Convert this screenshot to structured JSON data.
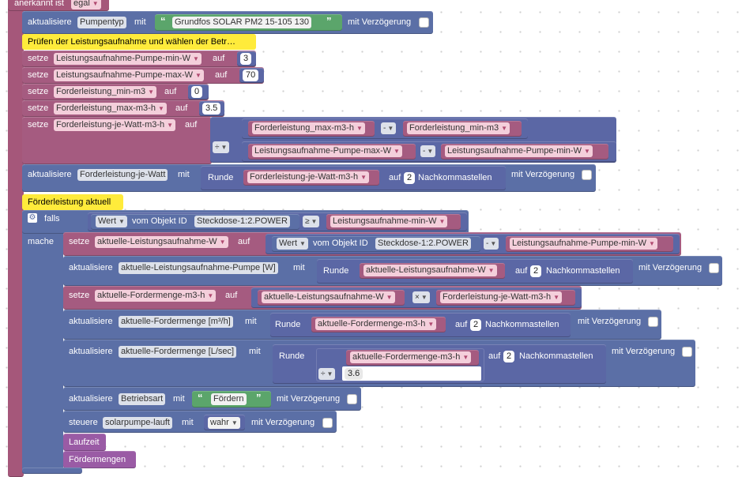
{
  "header": {
    "text": "anerkannt ist",
    "value": "egal"
  },
  "row1": {
    "verb": "aktualisiere",
    "target": "Pumpentyp",
    "mit": "mit",
    "string": "Grundfos SOLAR PM2 15-105 130",
    "delay": "mit Verzögerung"
  },
  "comment1": "Prüfen der Leistungsaufnahme und wählen der Betr…",
  "sets": [
    {
      "verb": "setze",
      "var": "Leistungsaufnahme-Pumpe-min-W",
      "auf": "auf",
      "value": "3"
    },
    {
      "verb": "setze",
      "var": "Leistungsaufnahme-Pumpe-max-W",
      "auf": "auf",
      "value": "70"
    },
    {
      "verb": "setze",
      "var": "Forderleistung_min-m3",
      "auf": "auf",
      "value": "0"
    },
    {
      "verb": "setze",
      "var": "Forderleistung_max-m3-h",
      "auf": "auf",
      "value": "3.5"
    }
  ],
  "calc": {
    "verb": "setze",
    "var": "Forderleistung-je-Watt-m3-h",
    "auf": "auf",
    "top_a": "Forderleistung_max-m3-h",
    "minus": "-",
    "top_b": "Forderleistung_min-m3",
    "div": "÷",
    "bot_a": "Leistungsaufnahme-Pumpe-max-W",
    "bot_b": "Leistungsaufnahme-Pumpe-min-W"
  },
  "upd1": {
    "verb": "aktualisiere",
    "target": "Forderleistung-je-Watt",
    "mit": "mit",
    "round": "Runde",
    "var": "Forderleistung-je-Watt-m3-h",
    "auf": "auf",
    "digits": "2",
    "nach": "Nachkommastellen",
    "delay": "mit Verzögerung"
  },
  "comment2": "Förderleistung aktuell",
  "if": {
    "falls": "falls",
    "wert": "Wert",
    "vom": "vom Objekt ID",
    "id": "Steckdose-1:2.POWER",
    "cmp": "≥",
    "var": "Leistungsaufnahme-min-W",
    "mache": "mache"
  },
  "s1": {
    "verb": "setze",
    "var": "aktuelle-Leistungsaufnahme-W",
    "auf": "auf",
    "wert": "Wert",
    "vom": "vom Objekt ID",
    "id": "Steckdose-1:2.POWER",
    "minus": "-",
    "var2": "Leistungsaufnahme-Pumpe-min-W"
  },
  "s2": {
    "verb": "aktualisiere",
    "target": "aktuelle-Leistungsaufnahme-Pumpe [W]",
    "mit": "mit",
    "round": "Runde",
    "var": "aktuelle-Leistungsaufnahme-W",
    "auf": "auf",
    "digits": "2",
    "nach": "Nachkommastellen",
    "delay": "mit Verzögerung"
  },
  "s3": {
    "verb": "setze",
    "var": "aktuelle-Fordermenge-m3-h",
    "auf": "auf",
    "a": "aktuelle-Leistungsaufnahme-W",
    "op": "×",
    "b": "Forderleistung-je-Watt-m3-h"
  },
  "s4": {
    "verb": "aktualisiere",
    "target": "aktuelle-Fordermenge [m³/h]",
    "mit": "mit",
    "round": "Runde",
    "var": "aktuelle-Fordermenge-m3-h",
    "auf": "auf",
    "digits": "2",
    "nach": "Nachkommastellen",
    "delay": "mit Verzögerung"
  },
  "s5": {
    "verb": "aktualisiere",
    "target": "aktuelle-Fordermenge [L/sec]",
    "mit": "mit",
    "round": "Runde",
    "var": "aktuelle-Fordermenge-m3-h",
    "div": "÷",
    "divisor": "3.6",
    "auf": "auf",
    "digits": "2",
    "nach": "Nachkommastellen",
    "delay": "mit Verzögerung"
  },
  "s6": {
    "verb": "aktualisiere",
    "target": "Betriebsart",
    "mit": "mit",
    "string": "Fördern",
    "delay": "mit Verzögerung"
  },
  "s7": {
    "verb": "steuere",
    "target": "solarpumpe-lauft",
    "mit": "mit",
    "bool": "wahr",
    "delay": "mit Verzögerung"
  },
  "proc1": "Laufzeit",
  "proc2": "Fördermengen",
  "colors": {
    "event": "#a5577a",
    "action": "#5b6fa6",
    "var": "#a55b80",
    "math": "#5b67a5",
    "text": "#5ba56b",
    "comment": "#ffeb3b",
    "proc": "#9a5ba5"
  }
}
